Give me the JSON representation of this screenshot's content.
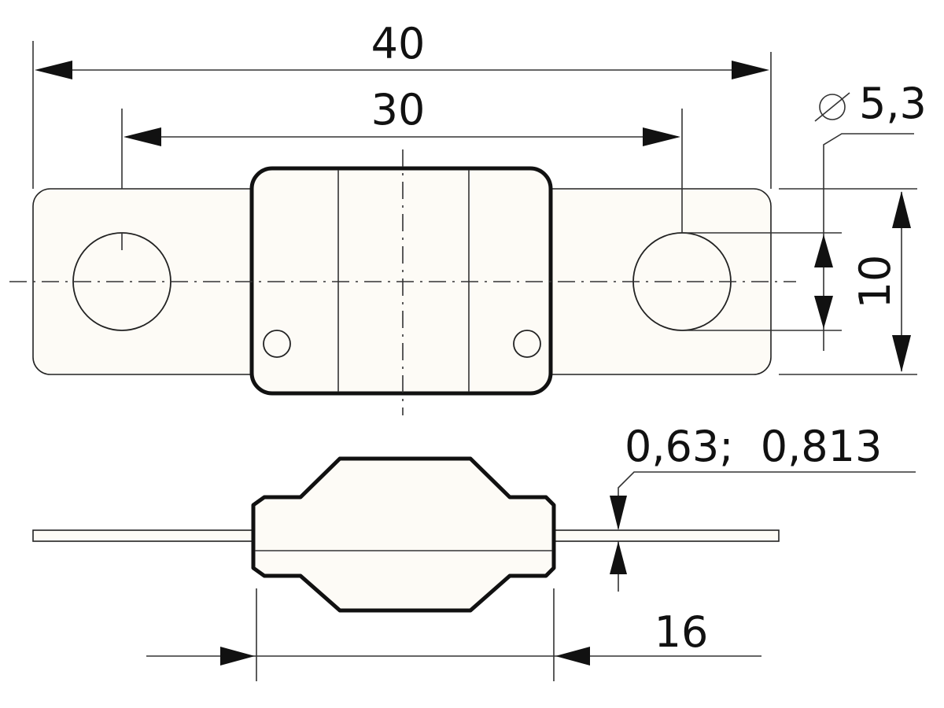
{
  "dimensions": {
    "overall_length": "40",
    "hole_spacing": "30",
    "hole_diameter_symbol": "⌀",
    "hole_diameter": "5,3",
    "width": "10",
    "thickness": "0,63;  0,813",
    "body_length": "16"
  },
  "colors": {
    "line": "#222222",
    "part_fill": "#fdfbf6",
    "background": "#ffffff"
  }
}
